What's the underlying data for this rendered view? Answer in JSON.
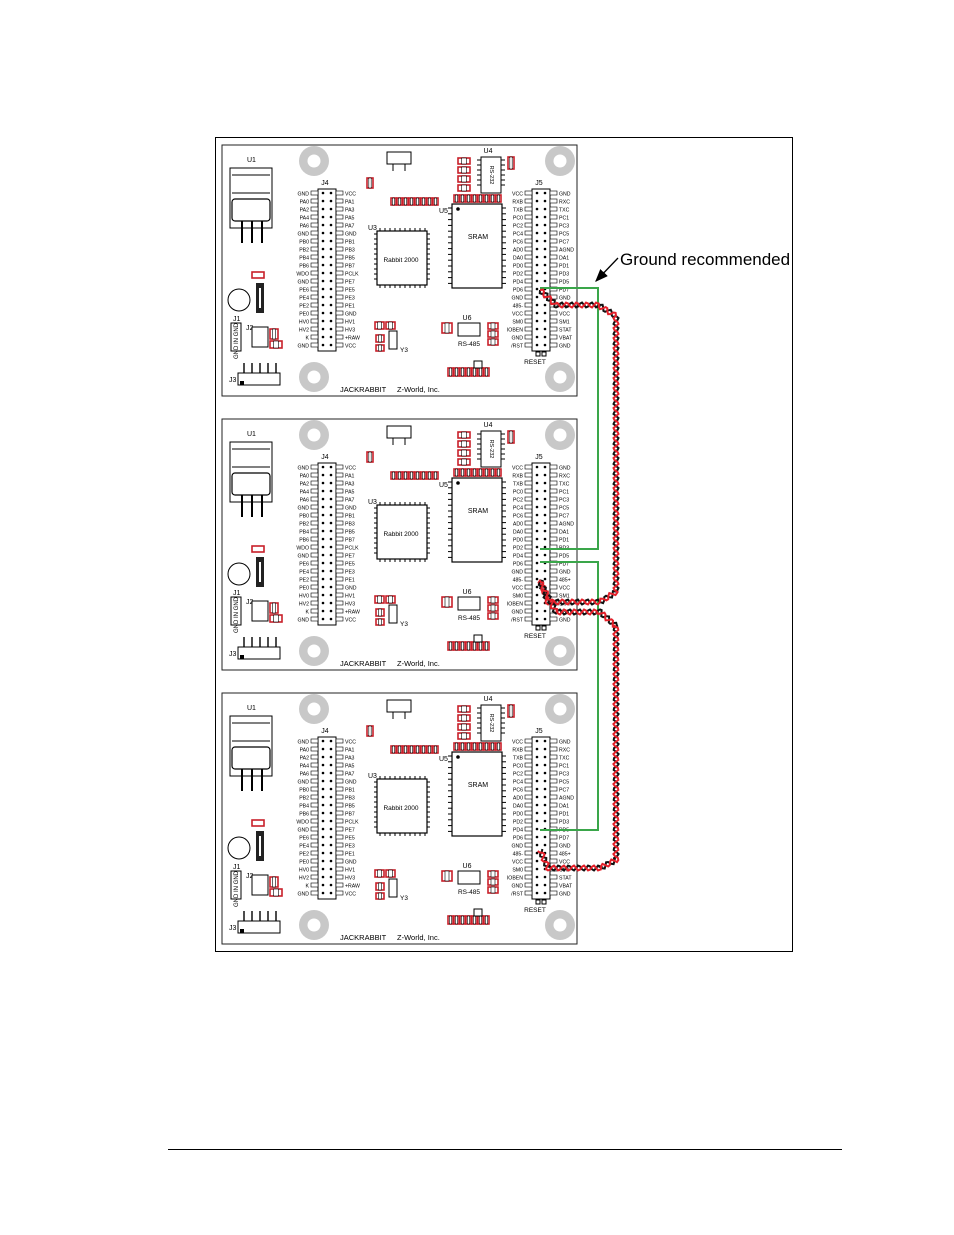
{
  "callout": "Ground recommended",
  "boards": [
    {
      "id": "top"
    },
    {
      "id": "middle"
    },
    {
      "id": "bottom"
    }
  ],
  "labels": {
    "u1": "U1",
    "u3": "U3",
    "u4": "U4",
    "u5": "U5",
    "u6": "U6",
    "j1": "J1",
    "j2": "J2",
    "j3": "J3",
    "j4": "J4",
    "j5": "J5",
    "y3": "Y3",
    "cpu": "Rabbit 2000",
    "sram": "SRAM",
    "rs232": "RS-232",
    "rs485": "RS-485",
    "reset": "RESET",
    "brand": "JACKRABBIT",
    "maker": "Z-World, Inc.",
    "j1_vertical": "GND IN GND"
  },
  "j4_left": [
    "GND",
    "PA0",
    "PA2",
    "PA4",
    "PA6",
    "GND",
    "PB0",
    "PB2",
    "PB4",
    "PB6",
    "WDO",
    "GND",
    "PE6",
    "PE4",
    "PE2",
    "PE0",
    "HV0",
    "HV2",
    "K",
    "GND"
  ],
  "j4_right": [
    "VCC",
    "PA1",
    "PA3",
    "PA5",
    "PA7",
    "GND",
    "PB1",
    "PB3",
    "PB5",
    "PB7",
    "PCLK",
    "PE7",
    "PE5",
    "PE3",
    "PE1",
    "GND",
    "HV1",
    "HV3",
    "+RAW",
    "VCC"
  ],
  "j5_left": [
    "VCC",
    "RXB",
    "TXB",
    "PC0",
    "PC2",
    "PC4",
    "PC6",
    "AD0",
    "DA0",
    "PD0",
    "PD2",
    "PD4",
    "PD6",
    "GND",
    "485-",
    "VCC",
    "SM0",
    "IOBEN",
    "GND",
    "/RST"
  ],
  "j5_right": [
    "GND",
    "RXC",
    "TXC",
    "PC1",
    "PC3",
    "PC5",
    "PC7",
    "AGND",
    "DA1",
    "PD1",
    "PD3",
    "PD5",
    "PD7",
    "GND",
    "485+",
    "VCC",
    "SM1",
    "STAT",
    "VBAT",
    "GND"
  ],
  "colors": {
    "wire_green": "#3aa64a",
    "wire_red": "#e4202a",
    "wire_black": "#111111",
    "smd_red": "#c8202a",
    "hole_gray": "#c8c8c8",
    "outline": "#222222"
  }
}
